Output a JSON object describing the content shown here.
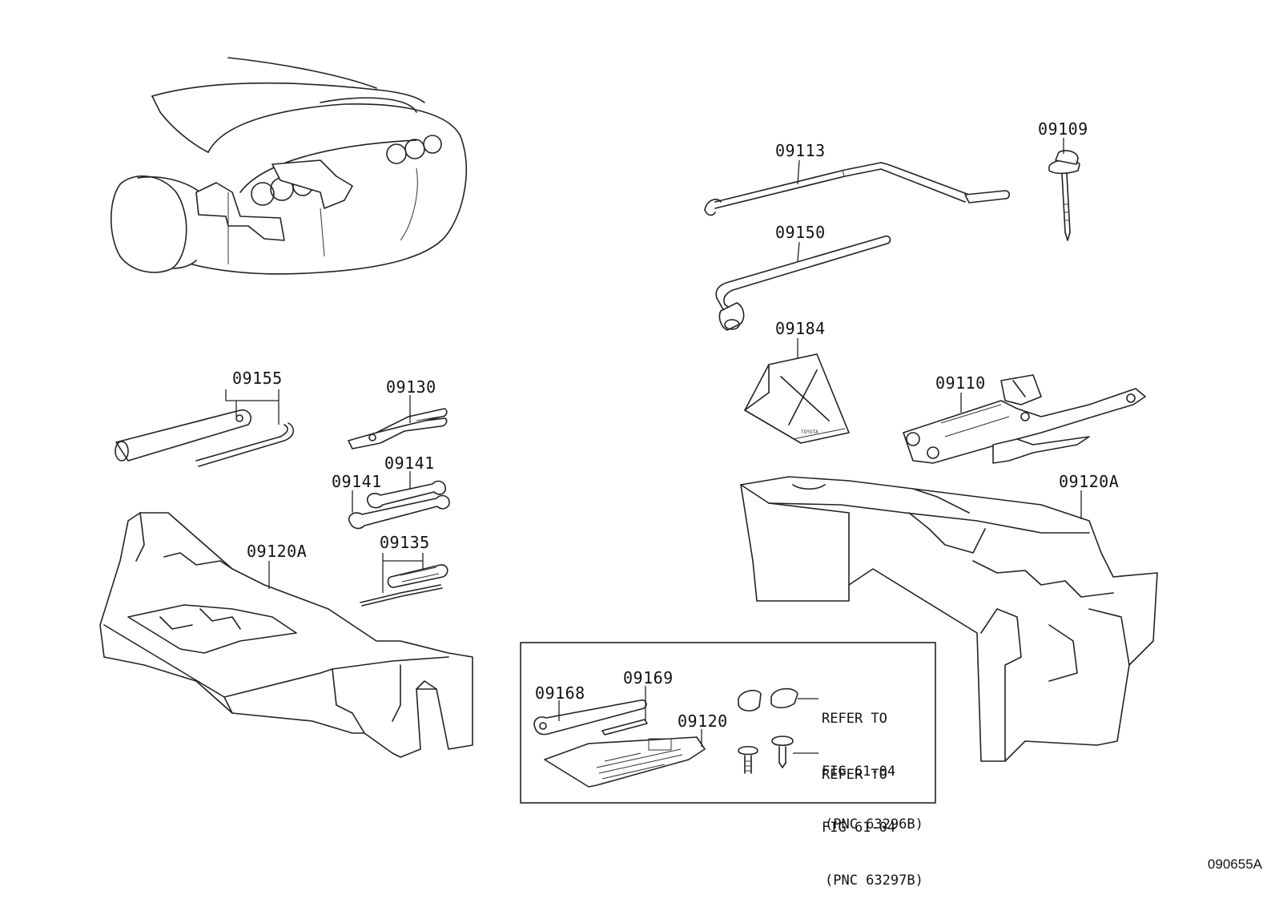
{
  "labels": {
    "p09113": "09113",
    "p09109": "09109",
    "p09150": "09150",
    "p09184": "09184",
    "p09110": "09110",
    "p09120a_right": "09120A",
    "p09155": "09155",
    "p09130": "09130",
    "p09141_a": "09141",
    "p09141_b": "09141",
    "p09135": "09135",
    "p09120a_left": "09120A",
    "p09168": "09168",
    "p09169": "09169",
    "p09120": "09120"
  },
  "references": {
    "ref1_line1": "REFER TO",
    "ref1_line2": "FIG 61-04",
    "ref1_line3": "(PNC 63296B)",
    "ref2_line1": "REFER TO",
    "ref2_line2": "FIG 61-04",
    "ref2_line3": "(PNC 63297B)"
  },
  "figure_id": "090655A"
}
